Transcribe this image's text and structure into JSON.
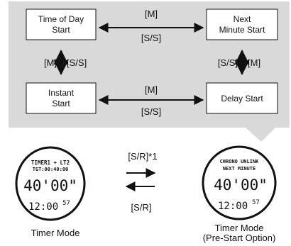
{
  "diagram": {
    "nodes": {
      "time_of_day": [
        "Time of Day",
        "Start"
      ],
      "next_minute": [
        "Next",
        "Minute Start"
      ],
      "instant": [
        "Instant",
        "Start"
      ],
      "delay": [
        "Delay Start"
      ]
    },
    "edge_labels": {
      "top_above": "[M]",
      "top_below": "[S/S]",
      "bottom_above": "[M]",
      "bottom_below": "[S/S]",
      "left_m": "[M]",
      "left_ss": "[S/S]",
      "right_ss": "[S/S]",
      "right_m": "[M]"
    }
  },
  "watches": {
    "left": {
      "line1": "TIMER1 + LT2",
      "line2": "TGT:00:40:00",
      "main": "40'00\"",
      "time": "12:00",
      "seconds": "57",
      "caption": [
        "Timer Mode"
      ]
    },
    "right": {
      "line1": "CHRONO UNLINK",
      "line2": "NEXT MINUTE",
      "main": "40'00\"",
      "time": "12:00",
      "seconds": "57",
      "caption": [
        "Timer Mode",
        "(Pre-Start Option)"
      ]
    }
  },
  "transitions": {
    "forward": "[S/R]*1",
    "back": "[S/R]"
  }
}
